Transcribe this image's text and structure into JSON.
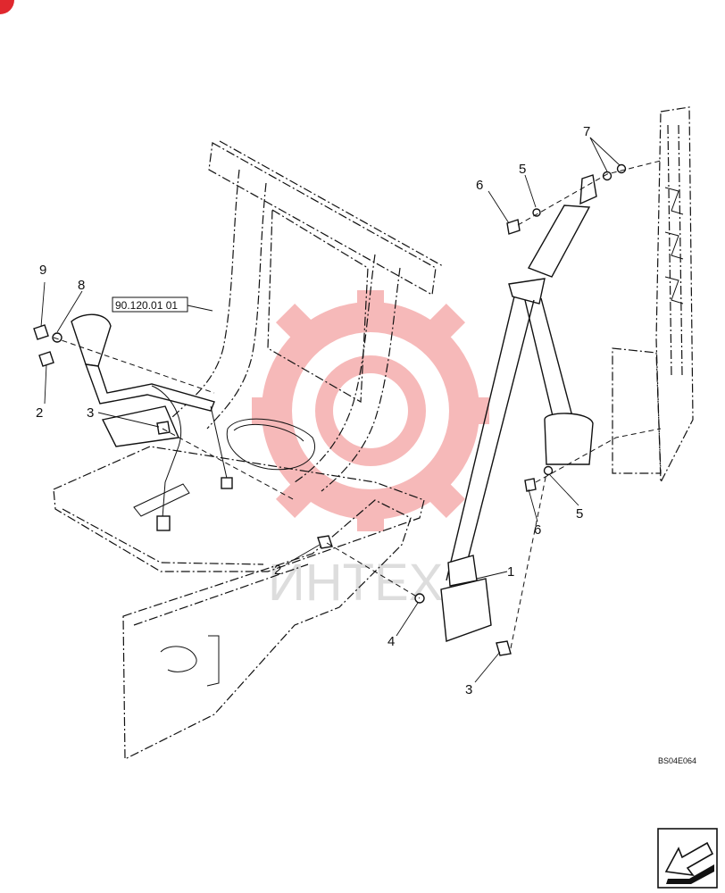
{
  "reference_box": "90.120.01 01",
  "drawing_code": "BS04E064",
  "watermark_text": "ИНТЕХ",
  "colors": {
    "watermark": "#f08080",
    "corner_mark": "#e0282e",
    "line": "#111111"
  },
  "nav_icon": "arrow-back-icon",
  "callouts": [
    {
      "id": "9",
      "text": "9"
    },
    {
      "id": "8",
      "text": "8"
    },
    {
      "id": "2a",
      "text": "2"
    },
    {
      "id": "3a",
      "text": "3"
    },
    {
      "id": "2b",
      "text": "2"
    },
    {
      "id": "4",
      "text": "4"
    },
    {
      "id": "3b",
      "text": "3"
    },
    {
      "id": "1",
      "text": "1"
    },
    {
      "id": "6a",
      "text": "6"
    },
    {
      "id": "5a",
      "text": "5"
    },
    {
      "id": "7",
      "text": "7"
    },
    {
      "id": "5b",
      "text": "5"
    },
    {
      "id": "6b",
      "text": "6"
    }
  ]
}
